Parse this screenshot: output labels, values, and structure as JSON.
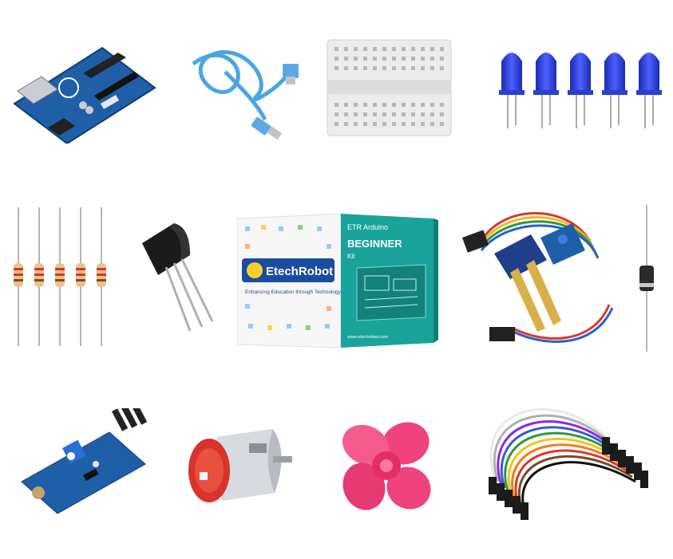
{
  "kit_box": {
    "brand": "EtechRobot",
    "tagline": "Enhancing Education through Technology",
    "series": "ETR Arduino",
    "edition": "BEGINNER",
    "kit_label": "Kit",
    "website": "www.etechrobot.com"
  },
  "colors": {
    "arduino_blue": "#1f5fa8",
    "usb_cable_blue": "#4aa6e0",
    "led_blue": "#2b3fd6",
    "box_teal": "#1aa39a",
    "motor_red": "#d8342b",
    "fan_pink": "#f0427c"
  },
  "icons": [
    "arduino-uno-board",
    "usb-cable",
    "breadboard",
    "blue-leds",
    "resistors",
    "transistor",
    "kit-box",
    "soil-moisture-sensor",
    "diode",
    "ldr-sensor-module",
    "dc-motor",
    "propeller-fan",
    "jumper-wires"
  ]
}
